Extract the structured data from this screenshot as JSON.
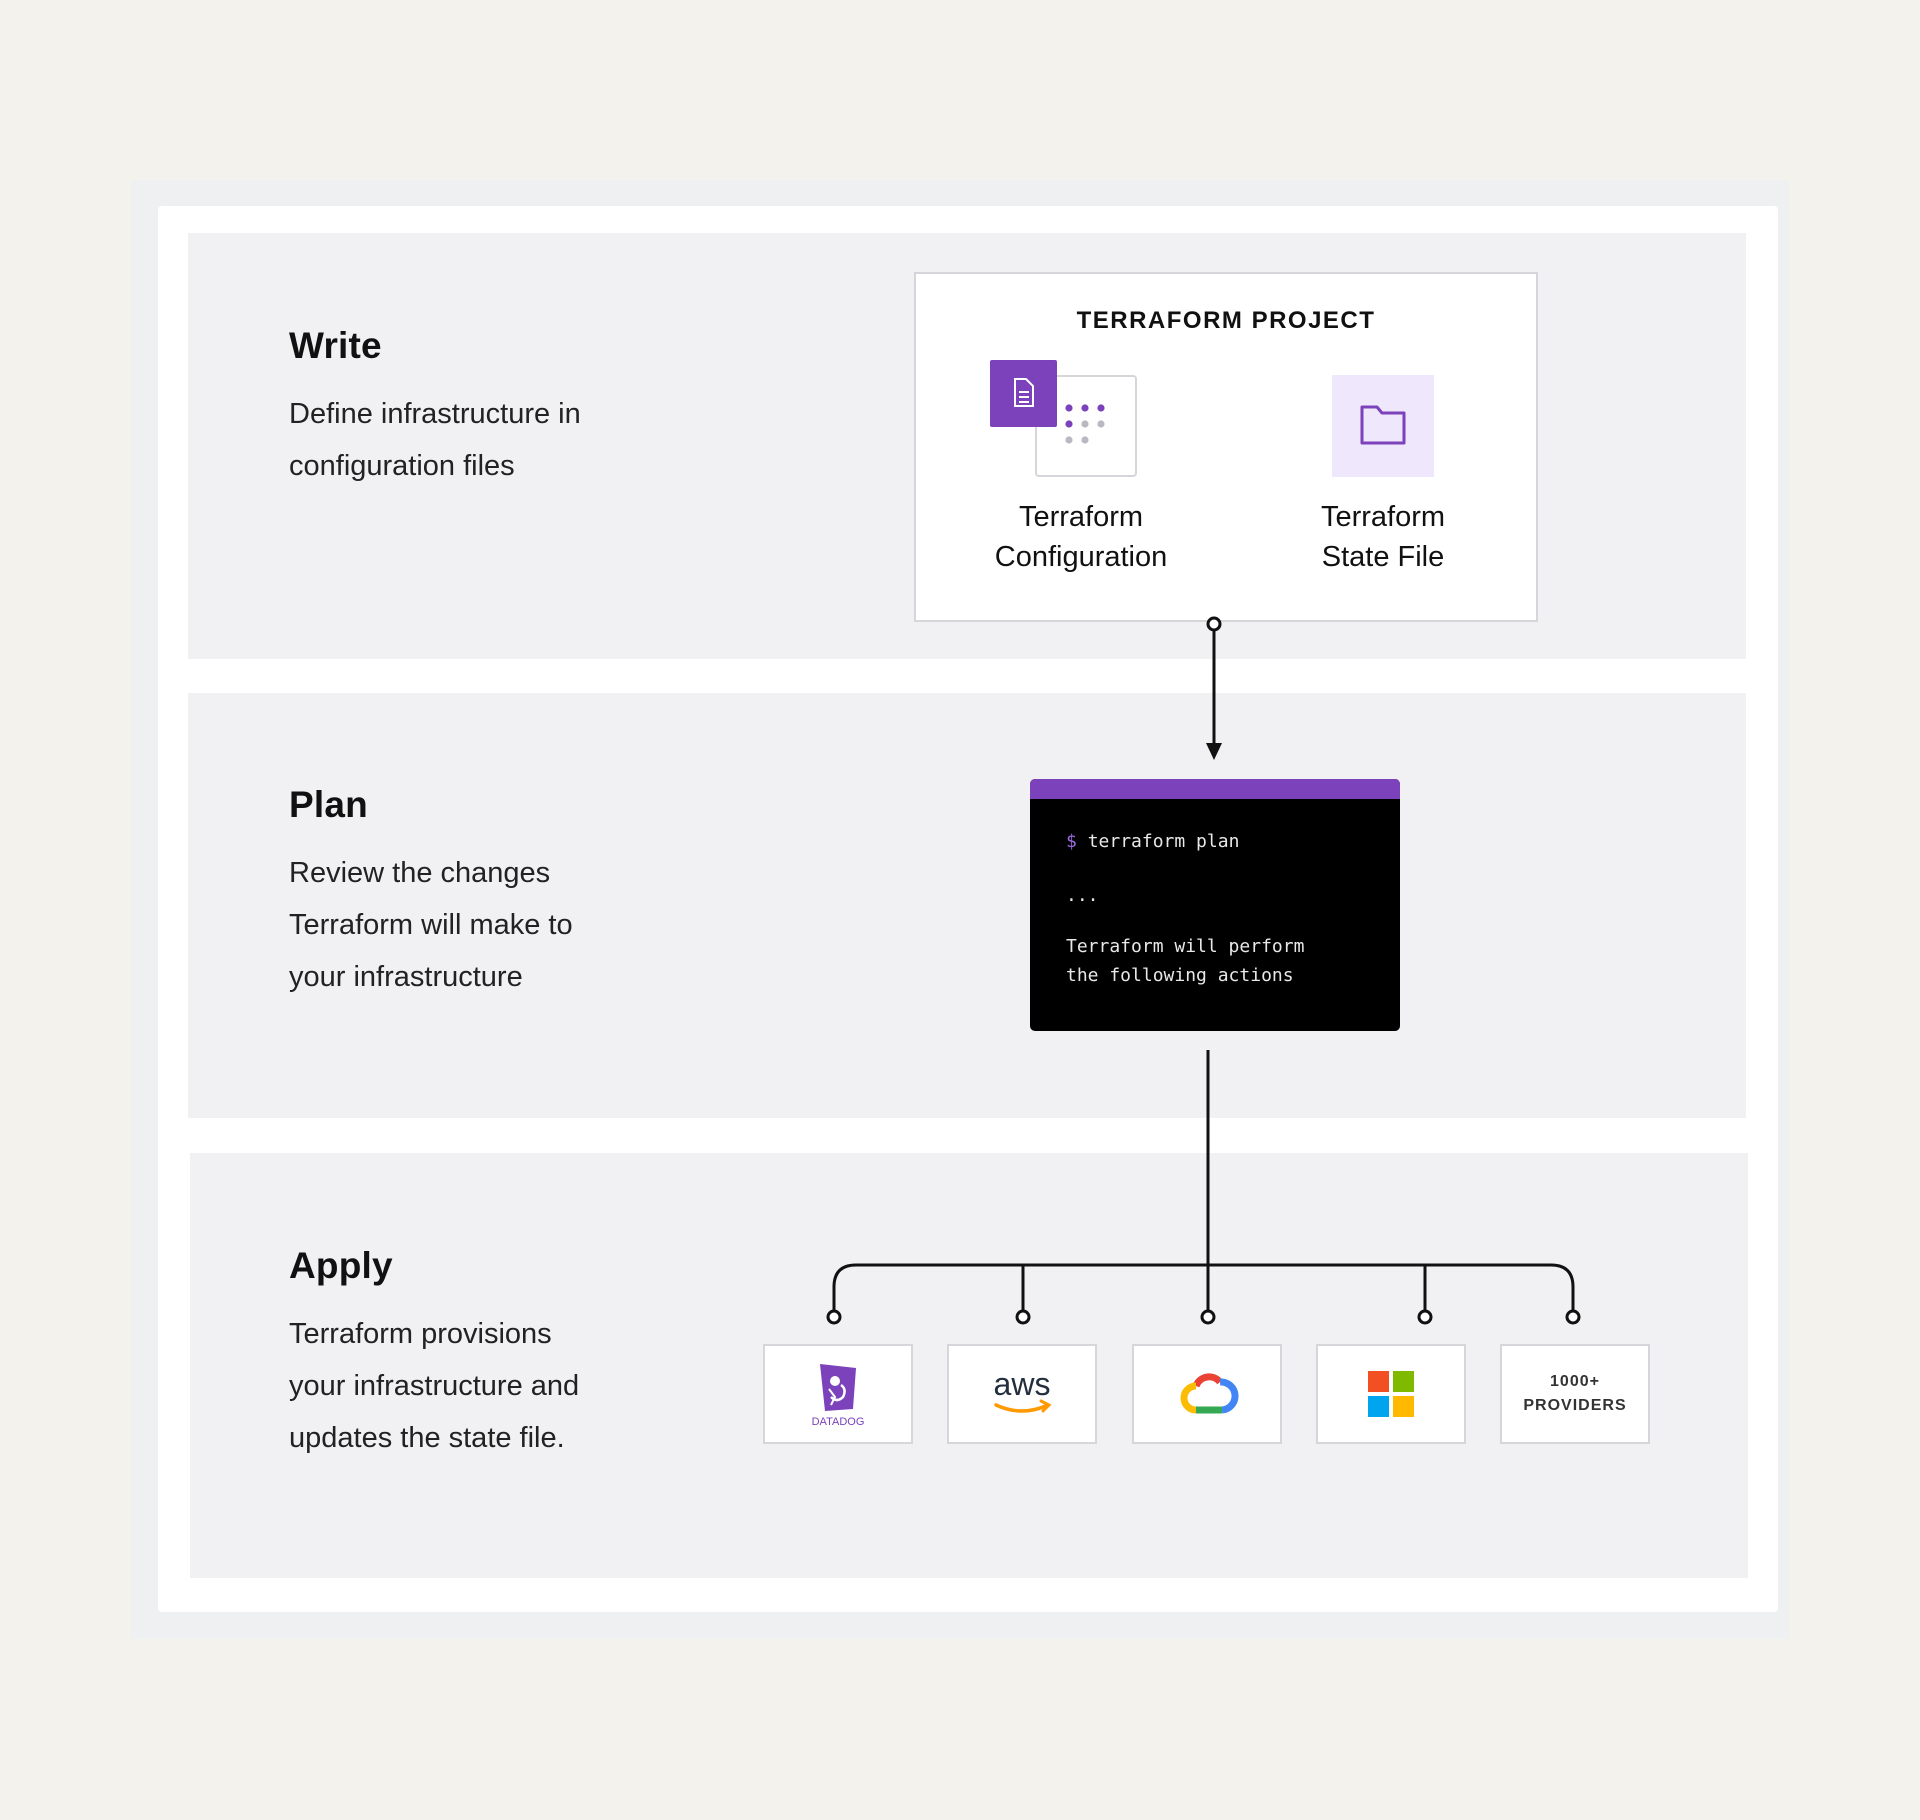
{
  "sections": {
    "write": {
      "title": "Write",
      "description_lines": [
        "Define infrastructure in",
        "configuration files"
      ]
    },
    "plan": {
      "title": "Plan",
      "description_lines": [
        "Review the changes",
        "Terraform will make to",
        "your infrastructure"
      ]
    },
    "apply": {
      "title": "Apply",
      "description_lines": [
        "Terraform provisions",
        "your infrastructure and",
        "updates the state file."
      ]
    }
  },
  "project": {
    "title": "TERRAFORM PROJECT",
    "configuration_lines": [
      "Terraform",
      "Configuration"
    ],
    "state_file_lines": [
      "Terraform",
      "State File"
    ]
  },
  "terminal": {
    "prompt": "$",
    "command": "terraform plan",
    "ellipsis": "...",
    "output_lines": [
      "Terraform will perform",
      "the following actions"
    ]
  },
  "providers": [
    {
      "name": "datadog",
      "label": "DATADOG",
      "icon": "datadog-logo"
    },
    {
      "name": "aws",
      "label": "aws",
      "icon": "aws-logo"
    },
    {
      "name": "google-cloud",
      "icon": "google-cloud-logo"
    },
    {
      "name": "microsoft",
      "icon": "microsoft-logo"
    },
    {
      "name": "more-providers",
      "label_lines": [
        "1000+",
        "PROVIDERS"
      ]
    }
  ],
  "colors": {
    "accent": "#7b42bc",
    "accent_light": "#efe7fb",
    "aws_orange": "#ff9900",
    "ms_red": "#f25022",
    "ms_green": "#7fba00",
    "ms_blue": "#00a4ef",
    "ms_yellow": "#ffb900",
    "gc_red": "#ea4335",
    "gc_blue": "#4285f4",
    "gc_yellow": "#fbbc05",
    "gc_green": "#34a853"
  }
}
